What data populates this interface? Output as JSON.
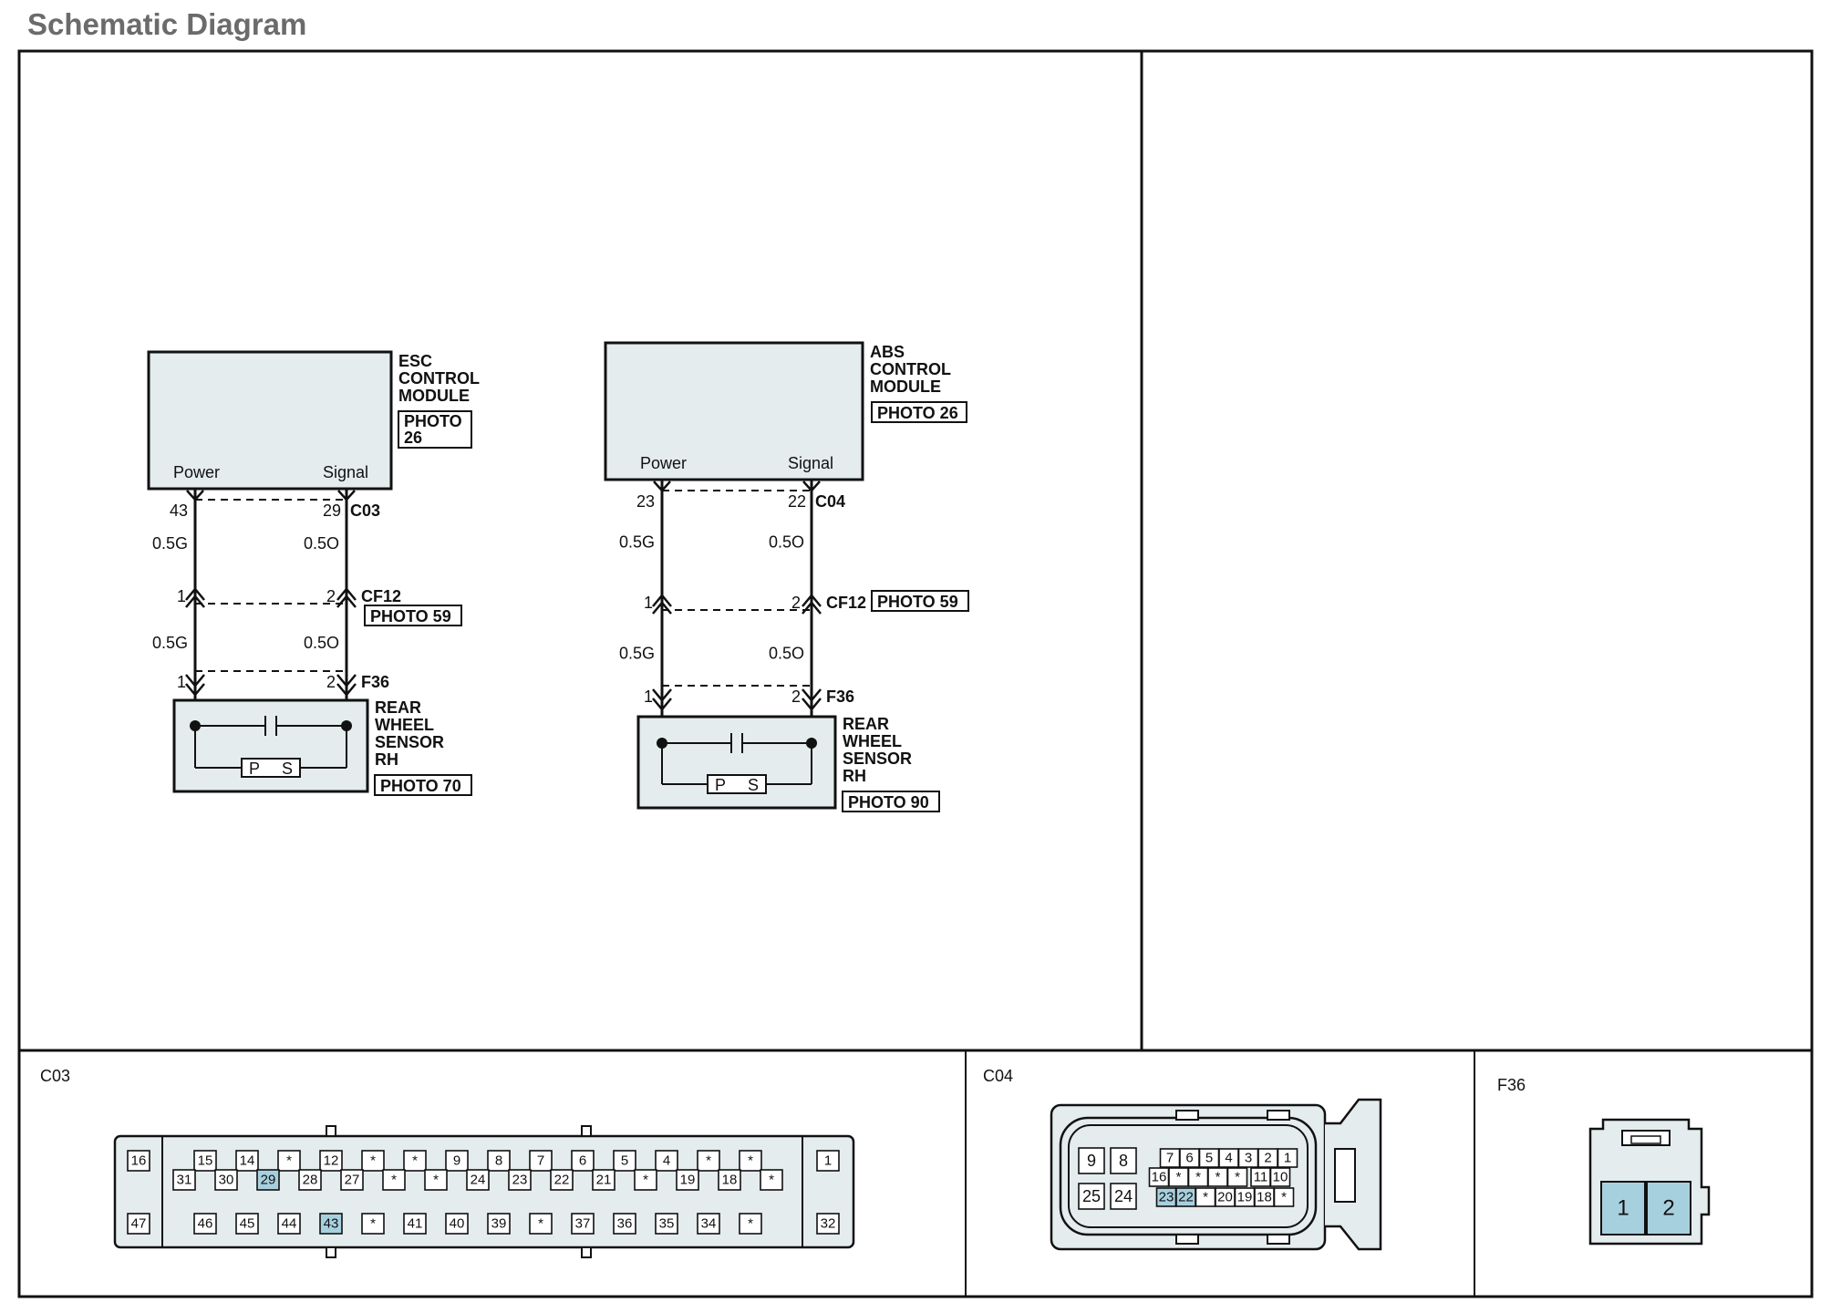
{
  "title": "Schematic Diagram",
  "colors": {
    "module_fill": "#e4ecee",
    "highlight_pin": "#a7d0de",
    "line": "#111111",
    "title": "#6b6b6b"
  },
  "schematics": [
    {
      "module_label": [
        "ESC",
        "CONTROL",
        "MODULE"
      ],
      "module_photo": [
        "PHOTO",
        "26"
      ],
      "power_label": "Power",
      "signal_label": "Signal",
      "module_connector": "C03",
      "power_pin": "43",
      "signal_pin": "29",
      "wire_upper_left": "0.5G",
      "wire_upper_right": "0.5O",
      "mid_connector": "CF12",
      "mid_photo": "PHOTO 59",
      "mid_pin_left": "1",
      "mid_pin_right": "2",
      "wire_lower_left": "0.5G",
      "wire_lower_right": "0.5O",
      "sensor_connector": "F36",
      "sensor_pin_left": "1",
      "sensor_pin_right": "2",
      "sensor_label": [
        "REAR",
        "WHEEL",
        "SENSOR",
        "RH"
      ],
      "sensor_photo": "PHOTO 70",
      "sensor_p": "P",
      "sensor_s": "S"
    },
    {
      "module_label": [
        "ABS",
        "CONTROL",
        "MODULE"
      ],
      "module_photo": [
        "PHOTO 26"
      ],
      "power_label": "Power",
      "signal_label": "Signal",
      "module_connector": "C04",
      "power_pin": "23",
      "signal_pin": "22",
      "wire_upper_left": "0.5G",
      "wire_upper_right": "0.5O",
      "mid_connector": "CF12",
      "mid_photo": "PHOTO 59",
      "mid_pin_left": "1",
      "mid_pin_right": "2",
      "wire_lower_left": "0.5G",
      "wire_lower_right": "0.5O",
      "sensor_connector": "F36",
      "sensor_pin_left": "1",
      "sensor_pin_right": "2",
      "sensor_label": [
        "REAR",
        "WHEEL",
        "SENSOR",
        "RH"
      ],
      "sensor_photo": "PHOTO 90",
      "sensor_p": "P",
      "sensor_s": "S"
    }
  ],
  "connectors": {
    "c03": {
      "title": "C03",
      "left_end": [
        "16",
        "47"
      ],
      "right_end": [
        "1",
        "32"
      ],
      "row1": [
        "15",
        "14",
        "*",
        "12",
        "*",
        "*",
        "9",
        "8",
        "7",
        "6",
        "5",
        "4",
        "*",
        "*"
      ],
      "row2": [
        "31",
        "30",
        "29",
        "28",
        "27",
        "*",
        "*",
        "24",
        "23",
        "22",
        "21",
        "*",
        "19",
        "18",
        "*"
      ],
      "row3": [
        "46",
        "45",
        "44",
        "43",
        "*",
        "41",
        "40",
        "39",
        "*",
        "37",
        "36",
        "35",
        "34",
        "*"
      ],
      "highlight": [
        "29",
        "43"
      ]
    },
    "c04": {
      "title": "C04",
      "big_top": [
        "9",
        "8"
      ],
      "big_bottom": [
        "25",
        "24"
      ],
      "row_top": [
        "7",
        "6",
        "5",
        "4",
        "3",
        "2",
        "1"
      ],
      "row_mid": [
        "16",
        "*",
        "*",
        "*",
        "*",
        "11",
        "10"
      ],
      "row_bot": [
        "23",
        "22",
        "*",
        "20",
        "19",
        "18",
        "*"
      ],
      "highlight": [
        "23",
        "22"
      ]
    },
    "f36": {
      "title": "F36",
      "pins": [
        "1",
        "2"
      ]
    }
  }
}
